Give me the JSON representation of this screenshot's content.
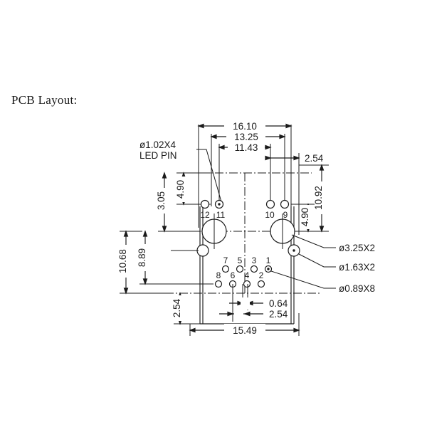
{
  "page": {
    "title": "PCB Layout:",
    "background_color": "#ffffff",
    "line_color": "#1b1b1b"
  },
  "drawing": {
    "type": "mechanical-pcb-footprint",
    "units": "mm",
    "notes": [
      {
        "id": "led-pin-note",
        "text_line_1": "ø1.02X4",
        "text_line_2": "LED  PIN"
      },
      {
        "id": "mount-hole-note",
        "text": "ø3.25X2"
      },
      {
        "id": "locator-hole-note",
        "text": "ø1.63X2"
      },
      {
        "id": "signal-pin-note",
        "text": "ø0.89X8"
      }
    ],
    "dimensions_top": [
      {
        "id": "dim-16-10",
        "value": "16.10"
      },
      {
        "id": "dim-13-25",
        "value": "13.25"
      },
      {
        "id": "dim-11-43",
        "value": "11.43"
      },
      {
        "id": "dim-2-54-top-right",
        "value": "2.54"
      }
    ],
    "dimensions_left": [
      {
        "id": "dim-4-90-left",
        "value": "4.90"
      },
      {
        "id": "dim-3-05",
        "value": "3.05"
      },
      {
        "id": "dim-10-68",
        "value": "10.68"
      },
      {
        "id": "dim-8-89",
        "value": "8.89"
      },
      {
        "id": "dim-2-54-bottom-left",
        "value": "2.54"
      }
    ],
    "dimensions_right": [
      {
        "id": "dim-10-92",
        "value": "10.92"
      },
      {
        "id": "dim-4-90-right",
        "value": "4.90"
      }
    ],
    "dimensions_bottom": [
      {
        "id": "dim-0-64",
        "value": "0.64"
      },
      {
        "id": "dim-2-54-bottom",
        "value": "2.54"
      },
      {
        "id": "dim-15-49",
        "value": "15.49"
      }
    ],
    "pin_labels_top": [
      "12",
      "11",
      "10",
      "9"
    ],
    "pin_labels_odd_row": [
      "7",
      "5",
      "3",
      "1"
    ],
    "pin_labels_even_row": [
      "8",
      "6",
      "4",
      "2"
    ]
  }
}
